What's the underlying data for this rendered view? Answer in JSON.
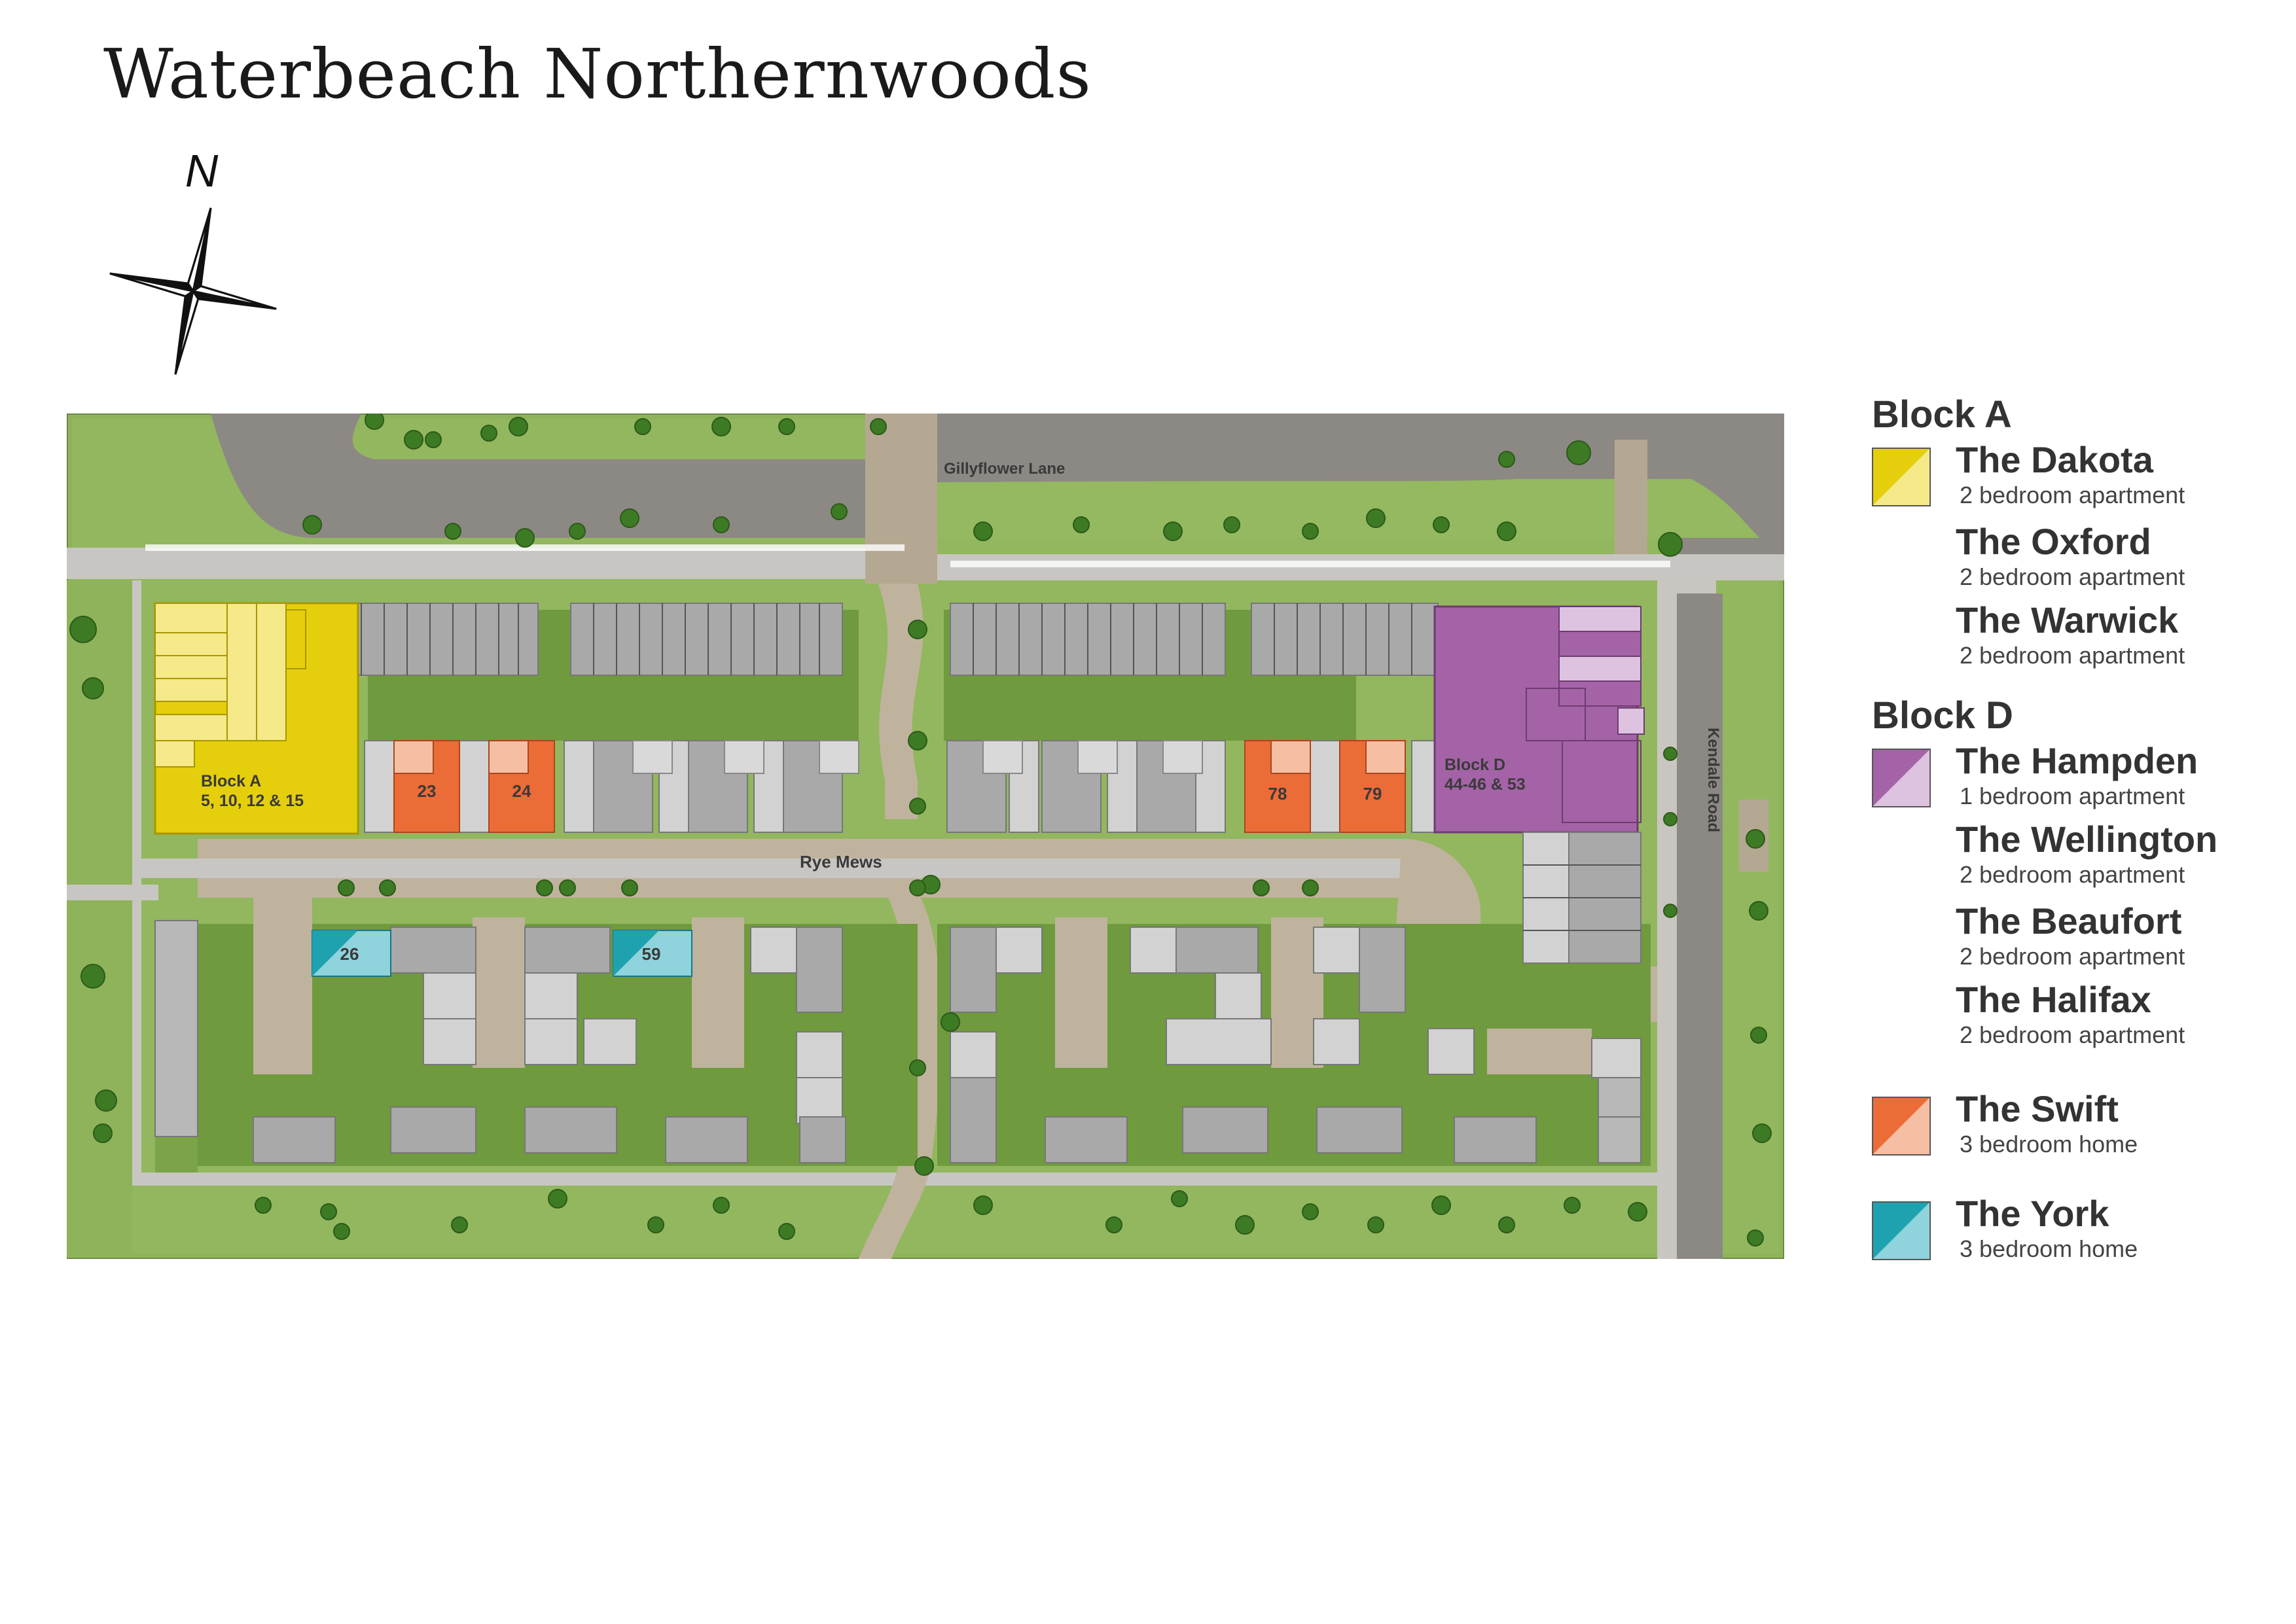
{
  "title": "Waterbeach Northernwoods",
  "compass": {
    "label": "N",
    "icon": "compass-rose-icon"
  },
  "roads": {
    "gillyflower": "Gillyflower Lane",
    "rye": "Rye Mews",
    "kendale": "Kendale Road"
  },
  "blocks": {
    "a": {
      "name": "Block A",
      "plots": "5, 10, 12 & 15"
    },
    "d": {
      "name": "Block D",
      "plots": "44-46 & 53"
    }
  },
  "plots": {
    "p23": "23",
    "p24": "24",
    "p78": "78",
    "p79": "79",
    "p26": "26",
    "p59": "59"
  },
  "legend": {
    "block_a": "Block A",
    "block_d": "Block D",
    "dakota": {
      "name": "The Dakota",
      "desc": "2 bedroom apartment"
    },
    "oxford": {
      "name": "The Oxford",
      "desc": "2 bedroom apartment"
    },
    "warwick": {
      "name": "The Warwick",
      "desc": "2 bedroom apartment"
    },
    "hampden": {
      "name": "The Hampden",
      "desc": "1 bedroom apartment"
    },
    "wellington": {
      "name": "The Wellington",
      "desc": "2 bedroom apartment"
    },
    "beaufort": {
      "name": "The Beaufort",
      "desc": "2 bedroom apartment"
    },
    "halifax": {
      "name": "The Halifax",
      "desc": "2 bedroom apartment"
    },
    "swift": {
      "name": "The Swift",
      "desc": "3 bedroom home"
    },
    "york": {
      "name": "The York",
      "desc": "3 bedroom home"
    }
  },
  "colors": {
    "dakota_dark": "#e5cf0c",
    "dakota_light": "#f5e98a",
    "hampden_dark": "#a563a7",
    "hampden_light": "#ddc3df",
    "swift_dark": "#ec6c38",
    "swift_light": "#f6bfa4",
    "york_dark": "#1fa2b0",
    "york_light": "#8fd3dc",
    "grass": "#8fb35a",
    "garden": "#6f9a3e",
    "road": "#8c8884",
    "footpath": "#bfb39e",
    "roof": "#a9a9a9",
    "tree": "#3d7a24"
  }
}
